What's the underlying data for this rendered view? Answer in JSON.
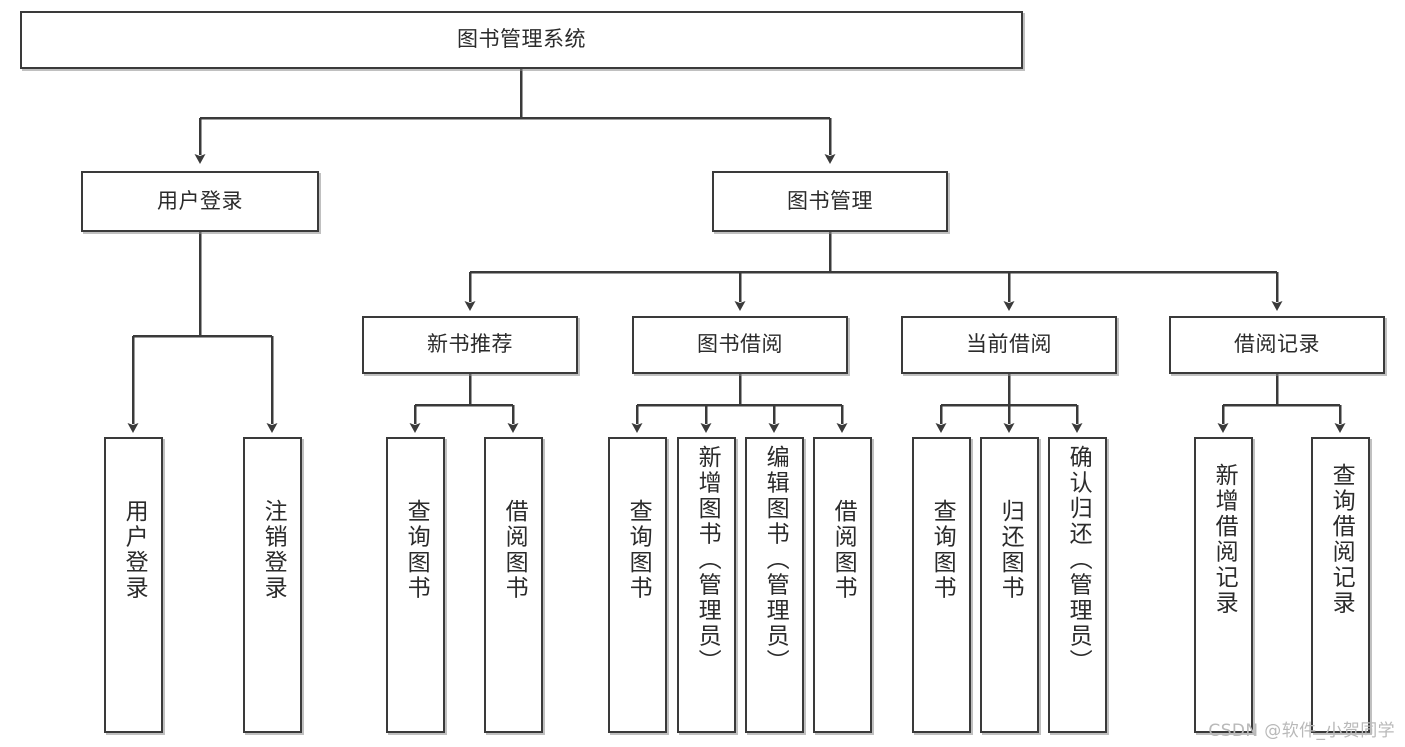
{
  "diagram": {
    "type": "tree-hierarchy",
    "title": "图书管理系统",
    "watermark": "CSDN @软件_小贺同学",
    "colors": {
      "box_border": "#3a3a3a",
      "box_fill": "#ffffff",
      "connector": "#3a3a3a",
      "text": "#2b2b2b",
      "watermark": "#b9b9b9",
      "background": "#ffffff"
    },
    "root": {
      "id": "root",
      "label": "图书管理系统",
      "orientation": "horizontal"
    },
    "level2": [
      {
        "id": "user-login",
        "label": "用户登录",
        "orientation": "horizontal"
      },
      {
        "id": "book-management",
        "label": "图书管理",
        "orientation": "horizontal"
      }
    ],
    "level3": [
      {
        "id": "new-book-recommend",
        "label": "新书推荐",
        "orientation": "horizontal",
        "parent": "book-management"
      },
      {
        "id": "book-borrow",
        "label": "图书借阅",
        "orientation": "horizontal",
        "parent": "book-management"
      },
      {
        "id": "current-borrow",
        "label": "当前借阅",
        "orientation": "horizontal",
        "parent": "book-management"
      },
      {
        "id": "borrow-record",
        "label": "借阅记录",
        "orientation": "horizontal",
        "parent": "book-management"
      }
    ],
    "leaves": [
      {
        "id": "leaf-user-login",
        "label": "用户登录",
        "parent": "user-login",
        "orientation": "vertical",
        "align": "middle"
      },
      {
        "id": "leaf-logout",
        "label": "注销登录",
        "parent": "user-login",
        "orientation": "vertical",
        "align": "middle"
      },
      {
        "id": "leaf-query-book-1",
        "label": "查询图书",
        "parent": "new-book-recommend",
        "orientation": "vertical",
        "align": "middle"
      },
      {
        "id": "leaf-borrow-book-1",
        "label": "借阅图书",
        "parent": "new-book-recommend",
        "orientation": "vertical",
        "align": "middle"
      },
      {
        "id": "leaf-query-book-2",
        "label": "查询图书",
        "parent": "book-borrow",
        "orientation": "vertical",
        "align": "middle"
      },
      {
        "id": "leaf-add-book",
        "label": "新增图书（管理员）",
        "parent": "book-borrow",
        "orientation": "vertical",
        "align": "top"
      },
      {
        "id": "leaf-edit-book",
        "label": "编辑图书（管理员）",
        "parent": "book-borrow",
        "orientation": "vertical",
        "align": "top"
      },
      {
        "id": "leaf-borrow-book-2",
        "label": "借阅图书",
        "parent": "book-borrow",
        "orientation": "vertical",
        "align": "middle"
      },
      {
        "id": "leaf-query-book-3",
        "label": "查询图书",
        "parent": "current-borrow",
        "orientation": "vertical",
        "align": "middle"
      },
      {
        "id": "leaf-return-book",
        "label": "归还图书",
        "parent": "current-borrow",
        "orientation": "vertical",
        "align": "middle"
      },
      {
        "id": "leaf-confirm-return",
        "label": "确认归还（管理员）",
        "parent": "current-borrow",
        "orientation": "vertical",
        "align": "top"
      },
      {
        "id": "leaf-add-record",
        "label": "新增借阅记录",
        "parent": "borrow-record",
        "orientation": "vertical",
        "align": "middle"
      },
      {
        "id": "leaf-query-record",
        "label": "查询借阅记录",
        "parent": "borrow-record",
        "orientation": "vertical",
        "align": "middle"
      }
    ]
  }
}
